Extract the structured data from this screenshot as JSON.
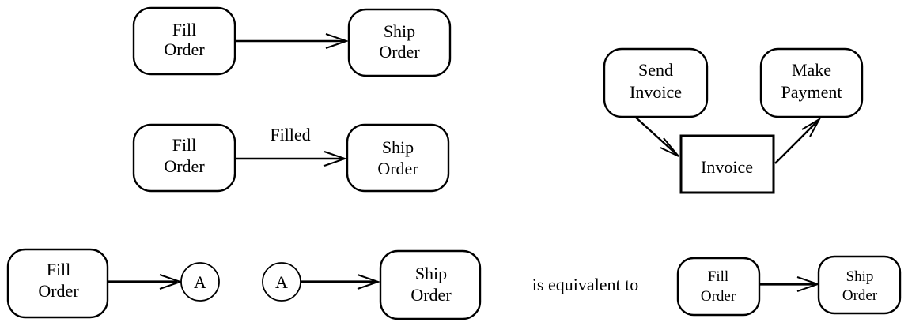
{
  "diagram1": {
    "source": [
      "Fill",
      "Order"
    ],
    "target": [
      "Ship",
      "Order"
    ]
  },
  "diagram2": {
    "source": [
      "Fill",
      "Order"
    ],
    "target": [
      "Ship",
      "Order"
    ],
    "flow_label": "Filled"
  },
  "diagram3": {
    "source": [
      "Send",
      "Invoice"
    ],
    "object": "Invoice",
    "target": [
      "Make",
      "Payment"
    ]
  },
  "diagram4": {
    "source": [
      "Fill",
      "Order"
    ],
    "connector_out": "A",
    "connector_in": "A",
    "target": [
      "Ship",
      "Order"
    ],
    "equivalence_text": "is equivalent to",
    "equiv_source": [
      "Fill",
      "Order"
    ],
    "equiv_target": [
      "Ship",
      "Order"
    ]
  }
}
